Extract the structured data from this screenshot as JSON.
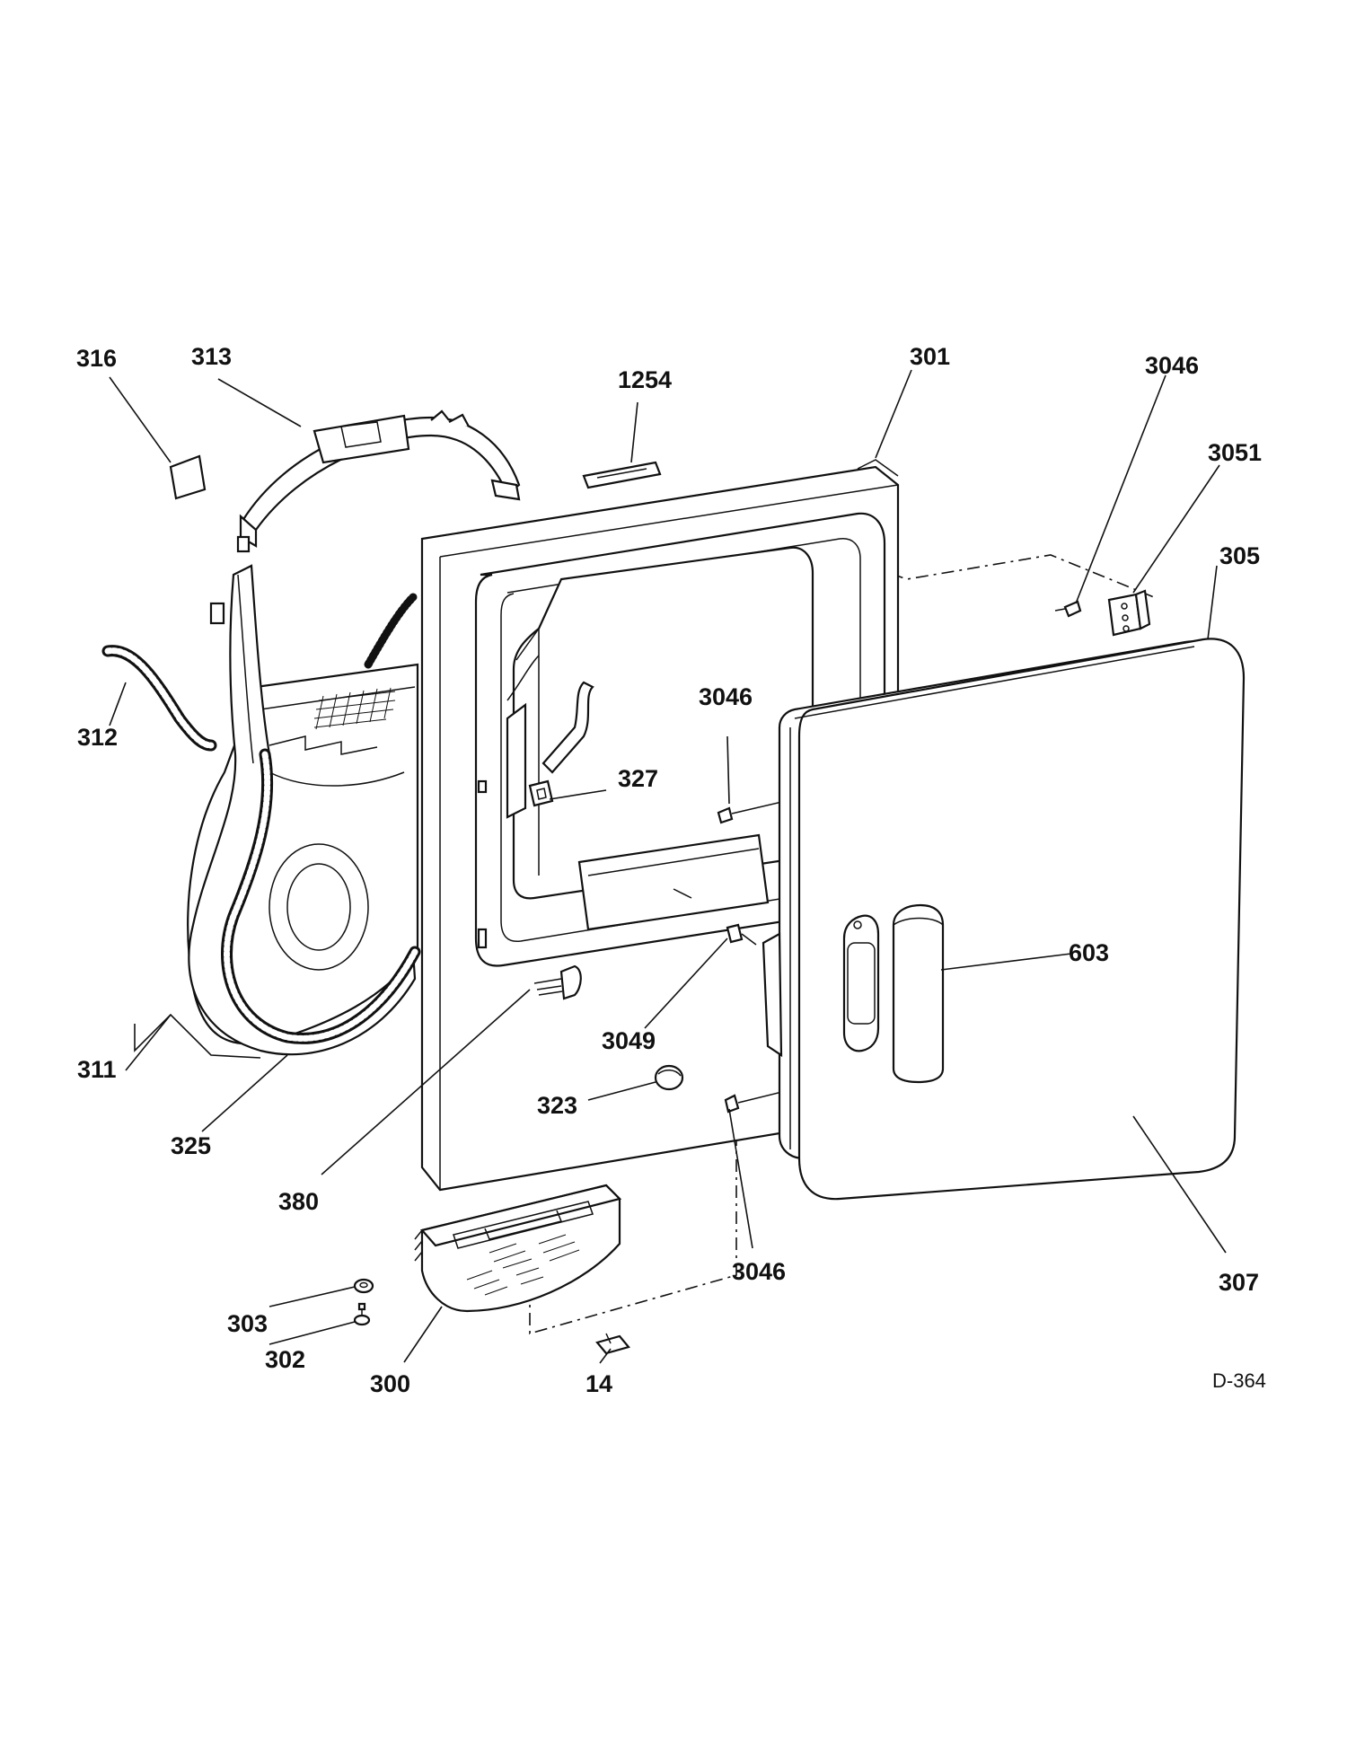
{
  "diagram_code": "D-364",
  "parts": [
    {
      "id": "316",
      "label": "316"
    },
    {
      "id": "313",
      "label": "313"
    },
    {
      "id": "1254",
      "label": "1254"
    },
    {
      "id": "301",
      "label": "301"
    },
    {
      "id": "3046a",
      "label": "3046"
    },
    {
      "id": "3051",
      "label": "3051"
    },
    {
      "id": "305",
      "label": "305"
    },
    {
      "id": "3046b",
      "label": "3046"
    },
    {
      "id": "312",
      "label": "312"
    },
    {
      "id": "327",
      "label": "327"
    },
    {
      "id": "603",
      "label": "603"
    },
    {
      "id": "3049",
      "label": "3049"
    },
    {
      "id": "311",
      "label": "311"
    },
    {
      "id": "323",
      "label": "323"
    },
    {
      "id": "325",
      "label": "325"
    },
    {
      "id": "380",
      "label": "380"
    },
    {
      "id": "3046c",
      "label": "3046"
    },
    {
      "id": "307",
      "label": "307"
    },
    {
      "id": "303",
      "label": "303"
    },
    {
      "id": "302",
      "label": "302"
    },
    {
      "id": "300",
      "label": "300"
    },
    {
      "id": "14",
      "label": "14"
    }
  ]
}
